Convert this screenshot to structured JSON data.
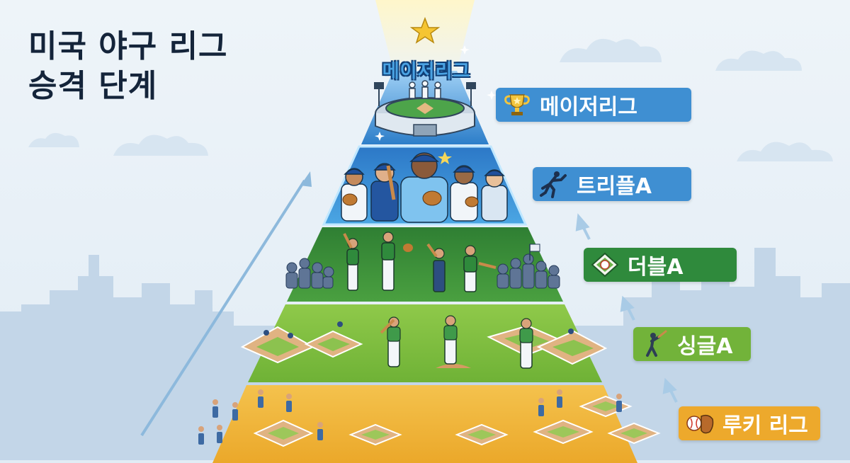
{
  "title": {
    "line1": "미국 야구 리그",
    "line2": "승격 단계"
  },
  "apex_label": "메이저리그",
  "levels": [
    {
      "name": "메이저리그",
      "icon": "trophy-icon",
      "color": "#3f8fd2"
    },
    {
      "name": "트리플A",
      "icon": "pitcher-icon",
      "color": "#3f8fd2"
    },
    {
      "name": "더블A",
      "icon": "baseball-diamond-icon",
      "color": "#2f8a3c"
    },
    {
      "name": "싱글A",
      "icon": "batter-icon",
      "color": "#72b33a"
    },
    {
      "name": "루키 리그",
      "icon": "baseball-glove-icon",
      "color": "#eda92c"
    }
  ],
  "colors": {
    "sky": "#eaf2f8",
    "skyline": "#bcd2e6",
    "tier_major": "#2d7ec9",
    "tier_triple": "#3d97d9",
    "tier_double": "#3b8e3a",
    "tier_single": "#7dbb3f",
    "tier_rookie": "#f0b53a",
    "arrow": "#8db9dc"
  }
}
